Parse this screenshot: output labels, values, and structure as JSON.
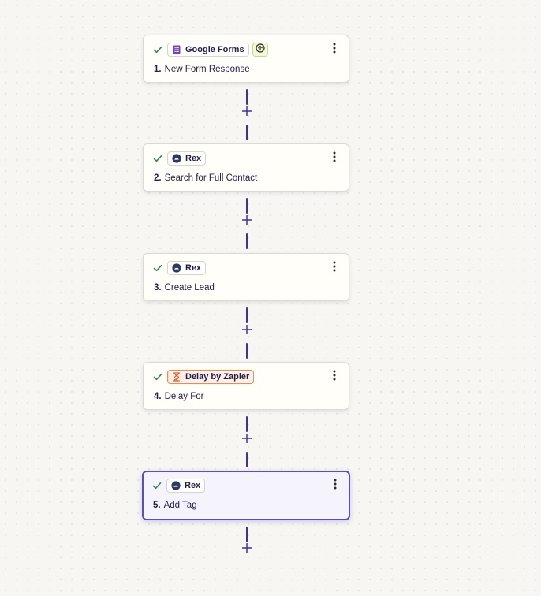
{
  "steps": [
    {
      "number": "1.",
      "app": "Google Forms",
      "app_icon": "google-forms-icon",
      "title": "New Form Response",
      "status": "complete",
      "has_ai_badge": true
    },
    {
      "number": "2.",
      "app": "Rex",
      "app_icon": "rex-icon",
      "title": "Search for Full Contact",
      "status": "complete"
    },
    {
      "number": "3.",
      "app": "Rex",
      "app_icon": "rex-icon",
      "title": "Create Lead",
      "status": "complete"
    },
    {
      "number": "4.",
      "app": "Delay by Zapier",
      "app_icon": "hourglass-icon",
      "title": "Delay For",
      "status": "complete"
    },
    {
      "number": "5.",
      "app": "Rex",
      "app_icon": "rex-icon",
      "title": "Add Tag",
      "status": "complete",
      "selected": true
    }
  ],
  "colors": {
    "canvas_bg": "#f7f6f3",
    "connector": "#3f3396",
    "check": "#2f8a4a",
    "selected_border": "#5c4fb0",
    "google_forms": "#7b3fb8",
    "rex": "#2c3a62",
    "delay_border": "#ed8a55"
  }
}
